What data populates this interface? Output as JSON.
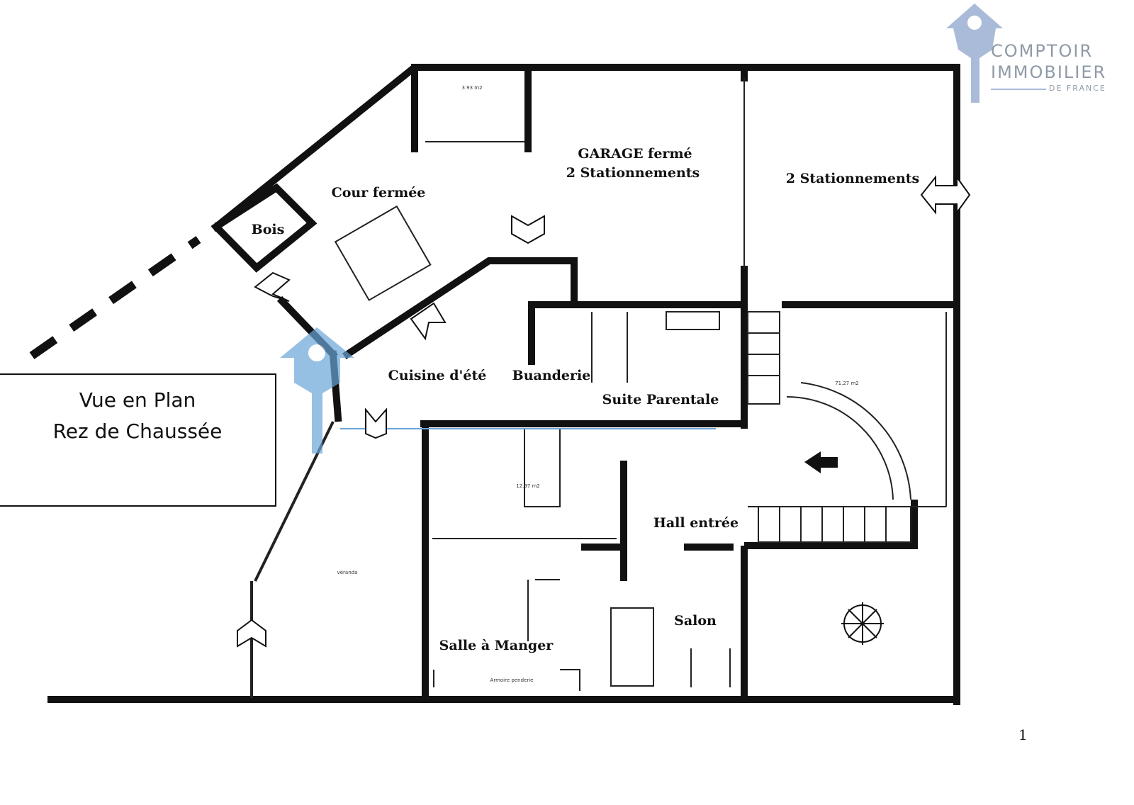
{
  "title": {
    "line1": "Vue en Plan",
    "line2": "Rez de Chaussée"
  },
  "logo": {
    "line1": "COMPTOIR",
    "line2": "IMMOBILIER",
    "line3": "DE FRANCE",
    "color": "#a9bbd8"
  },
  "rooms": {
    "garage_line1": "GARAGE fermé",
    "garage_line2": "2 Stationnements",
    "parking": "2 Stationnements",
    "cour": "Cour fermée",
    "bois": "Bois",
    "cuisine_ete": "Cuisine d'été",
    "buanderie": "Buanderie",
    "suite": "Suite Parentale",
    "hall": "Hall entrée",
    "salon": "Salon",
    "salle_manger": "Salle à Manger",
    "armoire": "Armoire penderie"
  },
  "areas": {
    "cellier": "3.93 m2",
    "cuisine": "12.97 m2",
    "veranda": "véranda",
    "sejour": "71.27 m2"
  },
  "page_number": "1"
}
